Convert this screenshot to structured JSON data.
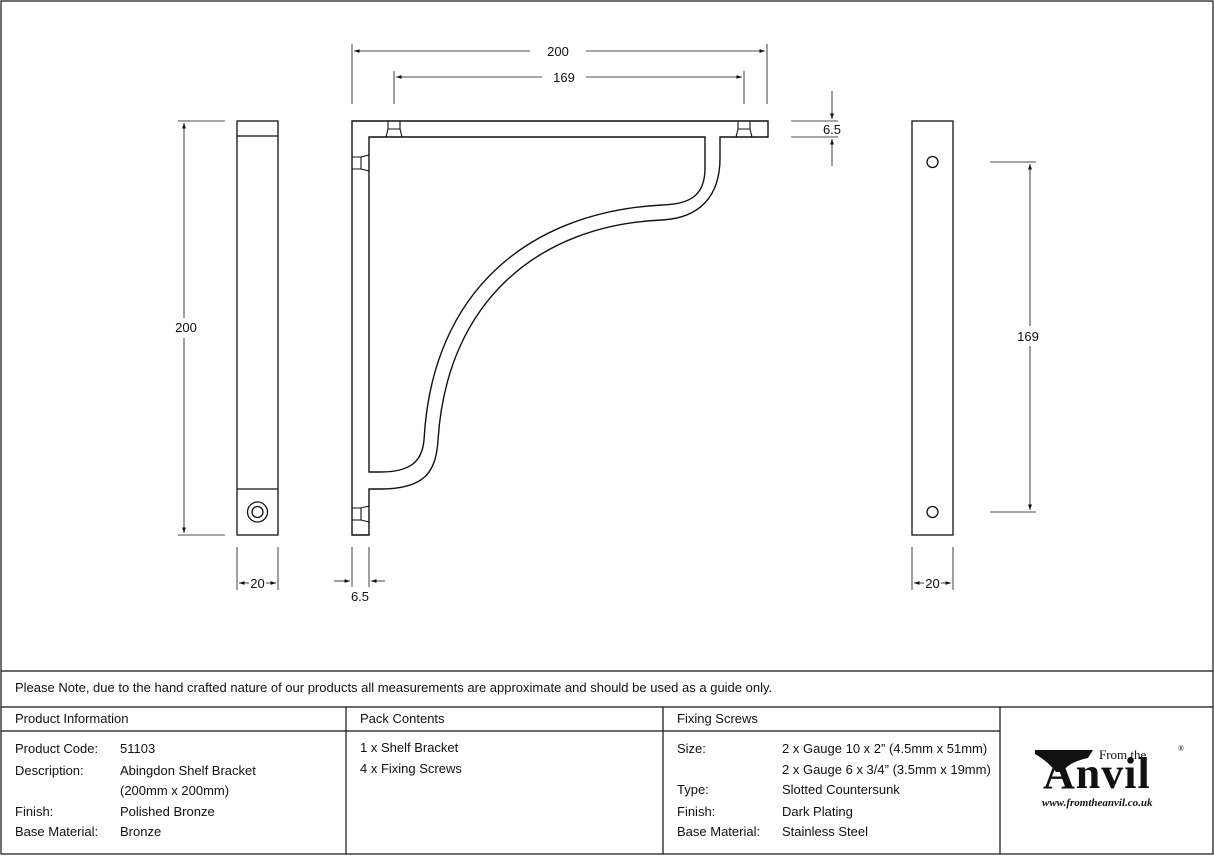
{
  "dimensions": {
    "top_overall": "200",
    "top_holes": "169",
    "arm_thickness": "6.5",
    "side_height": "200",
    "side_width": "20",
    "upright_thickness": "6.5",
    "back_width": "20",
    "back_holes": "169"
  },
  "note": "Please Note, due to the hand crafted nature of our products all measurements are approximate and should be used as a guide only.",
  "product_info": {
    "heading": "Product Information",
    "code_label": "Product Code:",
    "code_value": "51103",
    "description_label": "Description:",
    "description_line1": "Abingdon Shelf Bracket",
    "description_line2": "(200mm x 200mm)",
    "finish_label": "Finish:",
    "finish_value": "Polished Bronze",
    "material_label": "Base Material:",
    "material_value": "Bronze"
  },
  "pack_contents": {
    "heading": "Pack Contents",
    "items": [
      "1 x Shelf Bracket",
      "4 x Fixing Screws"
    ]
  },
  "fixing_screws": {
    "heading": "Fixing Screws",
    "size_label": "Size:",
    "size_line1": "2 x Gauge 10 x 2” (4.5mm x 51mm)",
    "size_line2": "2 x Gauge 6 x 3/4” (3.5mm x 19mm)",
    "type_label": "Type:",
    "type_value": "Slotted Countersunk",
    "finish_label": "Finish:",
    "finish_value": "Dark Plating",
    "material_label": "Base Material:",
    "material_value": "Stainless Steel"
  },
  "logo": {
    "from_the": "From the",
    "brand": "Anvil",
    "registered": "®",
    "url": "www.fromtheanvil.co.uk"
  }
}
